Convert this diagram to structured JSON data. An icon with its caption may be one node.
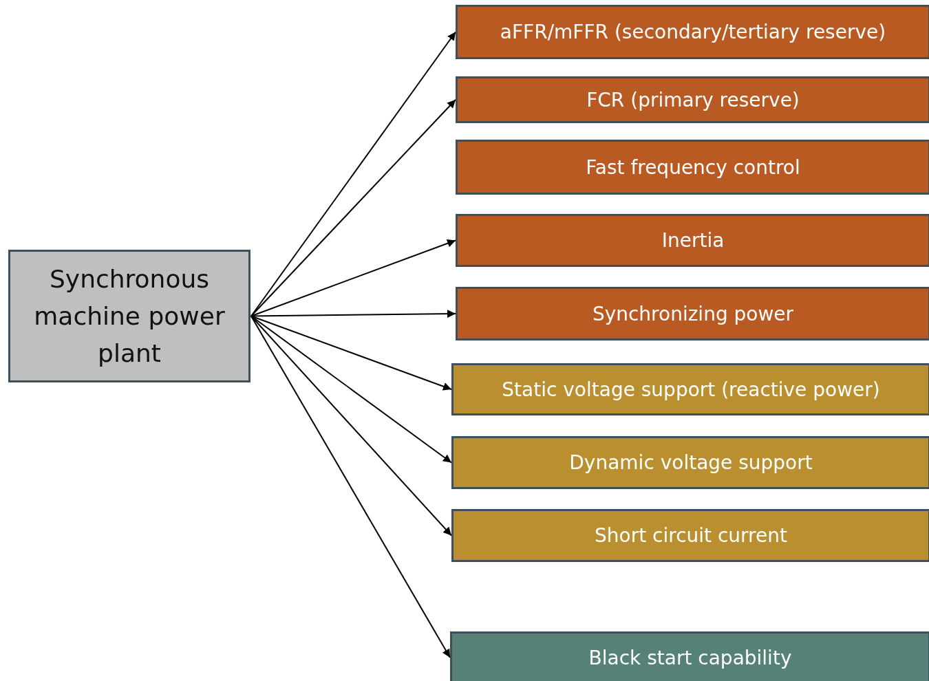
{
  "diagram": {
    "nodes": [
      {
        "text": [
          "aFFR/mFFR (secondary/tertiary reserve)"
        ]
      },
      {
        "text": [
          "FCR (primary reserve)"
        ]
      },
      {
        "text": [
          "Fast frequency control"
        ]
      },
      {
        "text": [
          "Inertia"
        ]
      },
      {
        "text": [
          "Synchronizing power"
        ]
      },
      {
        "text": [
          "Static voltage support (reactive power)"
        ]
      },
      {
        "text": [
          "Dynamic voltage support"
        ]
      },
      {
        "text": [
          "Short circuit current"
        ]
      },
      {
        "text": [
          "Synchronous machine power plant"
        ]
      },
      {
        "text": [
          "Black start capability"
        ]
      }
    ],
    "edges": [
      {
        "from": 8,
        "to": 0,
        "arrow": "to"
      },
      {
        "from": 8,
        "to": 1,
        "arrow": "to"
      },
      {
        "from": 8,
        "to": 3,
        "arrow": "to"
      },
      {
        "from": 8,
        "to": 4,
        "arrow": "to"
      },
      {
        "from": 8,
        "to": 5,
        "arrow": "to"
      },
      {
        "from": 8,
        "to": 6,
        "arrow": "to"
      },
      {
        "from": 8,
        "to": 7,
        "arrow": "to"
      },
      {
        "from": 8,
        "to": 9,
        "arrow": "to"
      }
    ]
  }
}
